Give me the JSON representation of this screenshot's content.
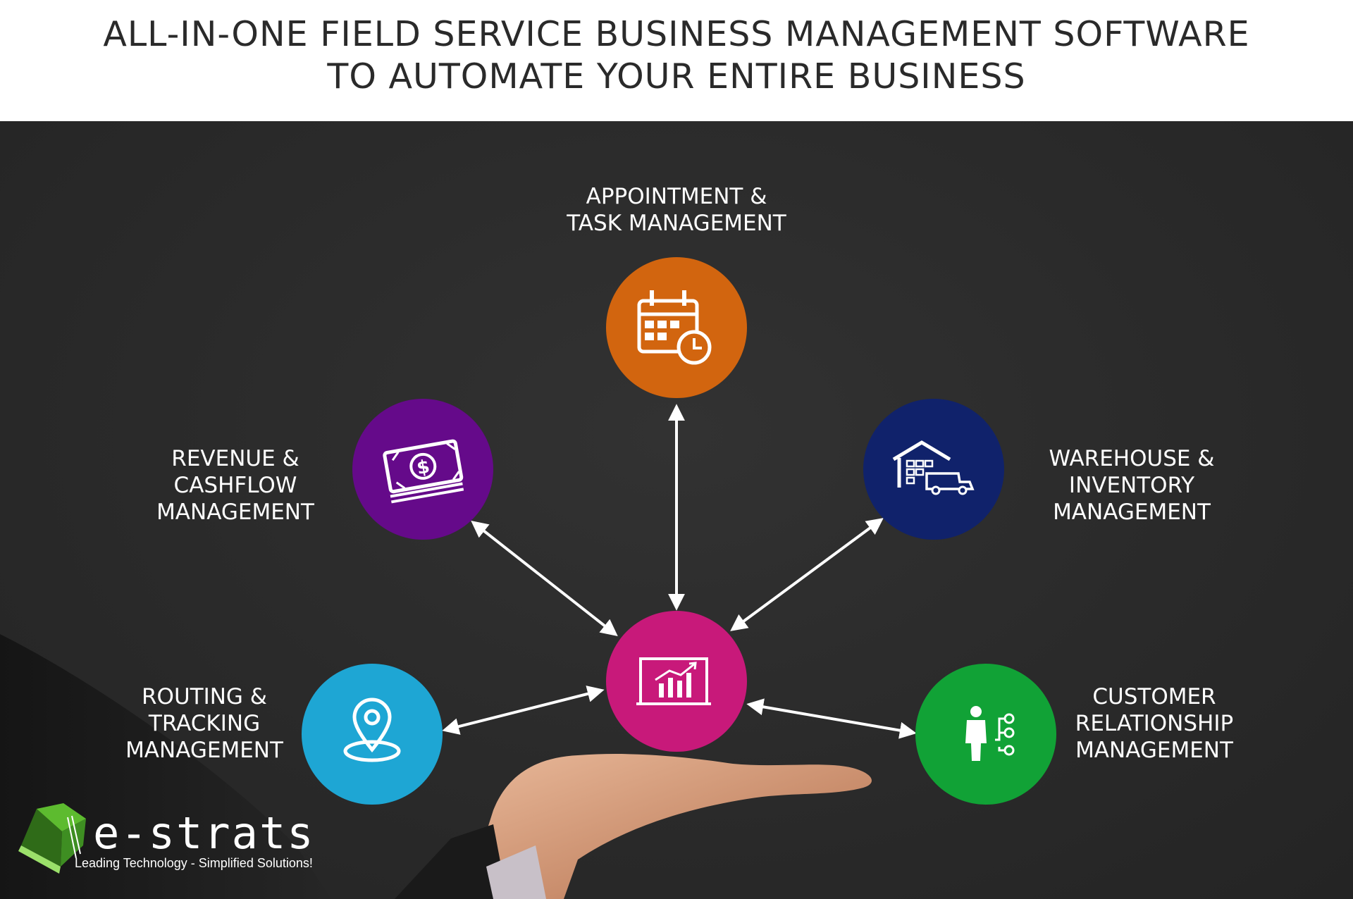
{
  "header": {
    "line1": "ALL-IN-ONE FIELD SERVICE BUSINESS MANAGEMENT SOFTWARE",
    "line2": "TO AUTOMATE YOUR ENTIRE BUSINESS"
  },
  "center": {
    "icon": "analytics-chart-icon",
    "color": "#c8197a"
  },
  "modules": [
    {
      "icon": "calendar-clock-icon",
      "color": "#d2650f",
      "label_lines": [
        "APPOINTMENT &",
        "TASK MANAGEMENT"
      ]
    },
    {
      "icon": "money-bill-icon",
      "color": "#650a8a",
      "label_lines": [
        "REVENUE &",
        "CASHFLOW",
        "MANAGEMENT"
      ]
    },
    {
      "icon": "warehouse-truck-icon",
      "color": "#10226b",
      "label_lines": [
        "WAREHOUSE &",
        "INVENTORY",
        "MANAGEMENT"
      ]
    },
    {
      "icon": "location-pin-icon",
      "color": "#1ea6d4",
      "label_lines": [
        "ROUTING &",
        "TRACKING",
        "MANAGEMENT"
      ]
    },
    {
      "icon": "customer-network-icon",
      "color": "#11a236",
      "label_lines": [
        "CUSTOMER",
        "RELATIONSHIP",
        "MANAGEMENT"
      ]
    }
  ],
  "logo": {
    "name": "e-strats",
    "tagline": "Leading Technology - Simplified Solutions!",
    "accent": "#5dbb2f"
  }
}
